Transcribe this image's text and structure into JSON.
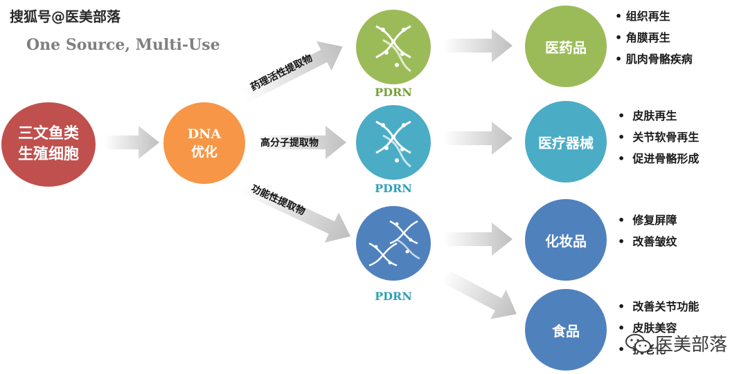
{
  "watermark_top": "搜狐号@医美部落",
  "subtitle": "One Source, Multi-Use",
  "source": {
    "line1": "三文鱼类",
    "line2": "生殖细胞"
  },
  "dna_opt": {
    "line1": "DNA",
    "line2": "优化"
  },
  "edges": {
    "pharma_extract": "药理活性提取物",
    "polymer_extract": "高分子提取物",
    "functional_extract": "功能性提取物"
  },
  "pdrn_nodes": [
    {
      "label": "PDRN",
      "label_color": "#77a03a"
    },
    {
      "label": "PDRN",
      "label_color": "#2ea0b7"
    },
    {
      "label": "PDRN",
      "label_color": "#2ea0b7"
    }
  ],
  "applications": [
    {
      "name": "医药品",
      "bullets": [
        "组织再生",
        "角膜再生",
        "肌肉骨骼疾病"
      ]
    },
    {
      "name": "医疗器械",
      "bullets": [
        "皮肤再生",
        "关节软骨再生",
        "促进骨骼形成"
      ]
    },
    {
      "name": "化妆品",
      "bullets": [
        "修复屏障",
        "改善皱纹"
      ]
    },
    {
      "name": "食品",
      "bullets": [
        "改善关节功能",
        "皮肤美容",
        "抗老化"
      ]
    }
  ],
  "watermark_br": "医美部落",
  "colors": {
    "source": "#c0504d",
    "dna_opt": "#f79646",
    "green": "#9bbb59",
    "teal": "#4bacc6",
    "blue": "#4f81bd"
  }
}
